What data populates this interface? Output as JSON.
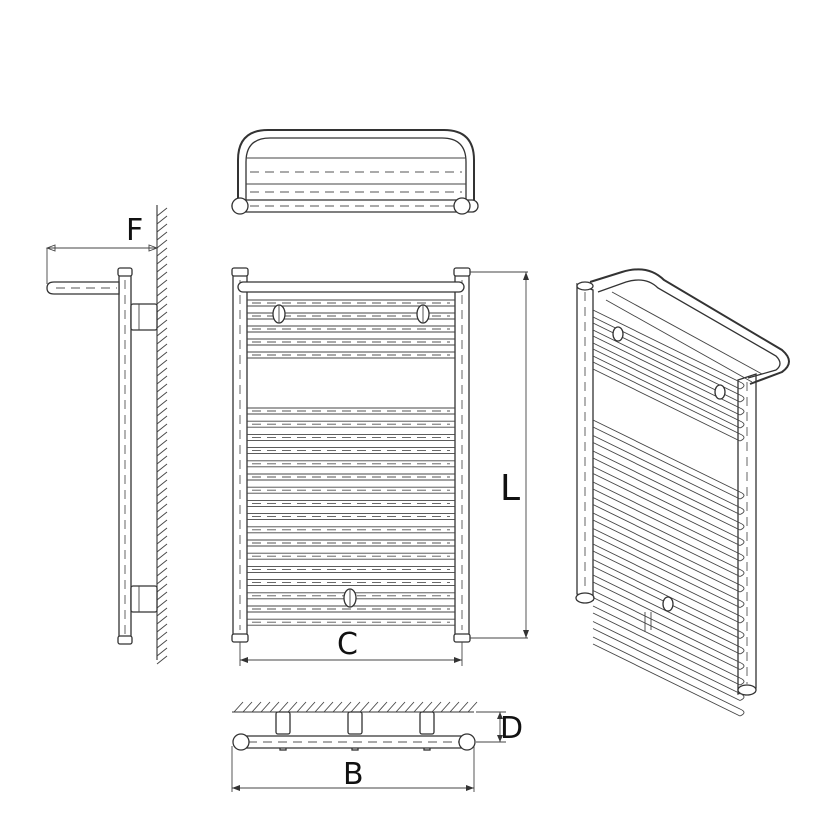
{
  "dimensions": {
    "f_label": "F",
    "l_label": "L",
    "c_label": "C",
    "d_label": "D",
    "b_label": "B"
  },
  "colors": {
    "line": "#333333",
    "background": "#ffffff"
  }
}
